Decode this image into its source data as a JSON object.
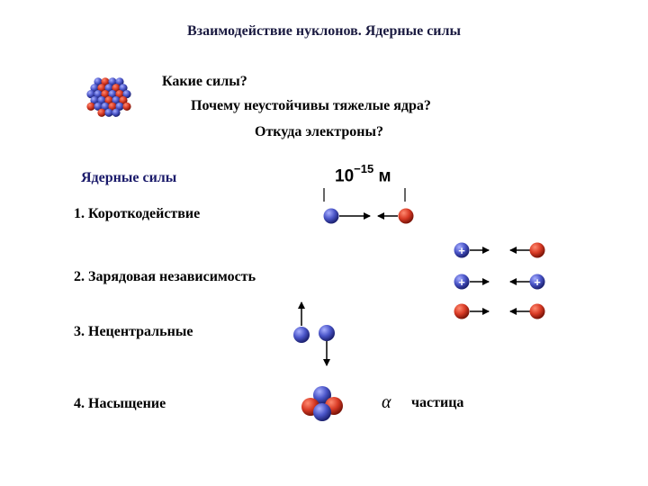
{
  "title": "Взаимодействие нуклонов. Ядерные силы",
  "questions": [
    "Какие силы?",
    "Почему неустойчивы тяжелые ядра?",
    "Откуда электроны?"
  ],
  "nuclear_forces_label": "Ядерные силы",
  "items": [
    "1. Короткодействие",
    "2. Зарядовая независимость",
    "3. Нецентральные",
    "4. Насыщение"
  ],
  "scale": {
    "base": "10",
    "exponent": "−15",
    "unit": "м"
  },
  "alpha": {
    "symbol": "α",
    "label": "частица"
  },
  "plus_sign": "+",
  "colors": {
    "proton": "#d83a25",
    "neutron": "#4a55c8",
    "title": "#1a1a40"
  }
}
